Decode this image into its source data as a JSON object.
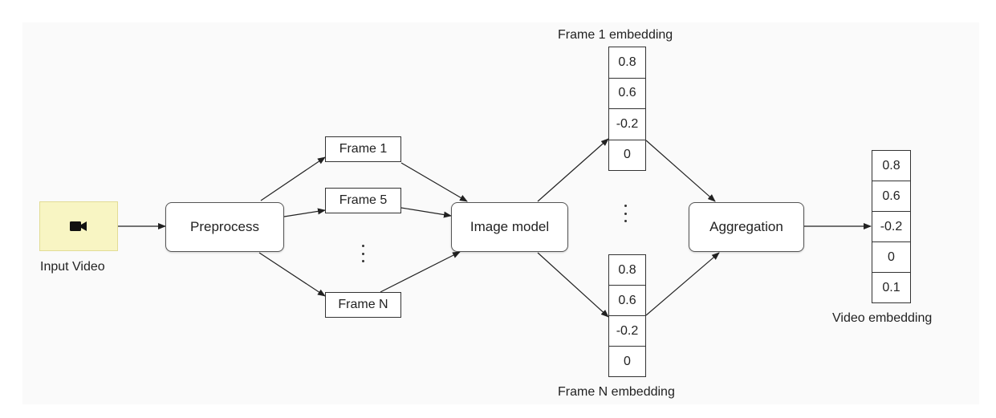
{
  "input": {
    "icon": "video-camera-icon",
    "label": "Input Video",
    "fill_color": "#f8f5c3"
  },
  "steps": {
    "preprocess": "Preprocess",
    "image_model": "Image model",
    "aggregation": "Aggregation"
  },
  "frames": [
    "Frame 1",
    "Frame 5",
    "Frame N"
  ],
  "frame_1_embedding": {
    "label": "Frame 1 embedding",
    "values": [
      "0.8",
      "0.6",
      "-0.2",
      "0"
    ]
  },
  "frame_n_embedding": {
    "label": "Frame N embedding",
    "values": [
      "0.8",
      "0.6",
      "-0.2",
      "0"
    ]
  },
  "video_embedding": {
    "label": "Video embedding",
    "values": [
      "0.8",
      "0.6",
      "-0.2",
      "0",
      "0.1"
    ]
  }
}
